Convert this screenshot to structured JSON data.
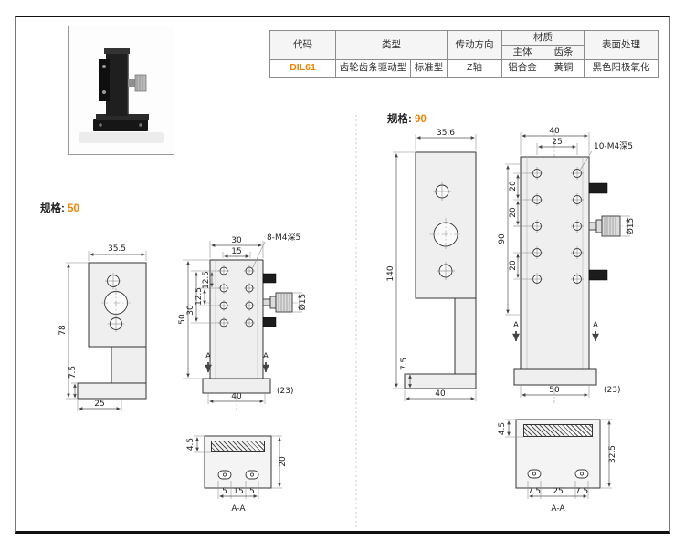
{
  "colors": {
    "accent": "#f08200"
  },
  "table": {
    "headers": {
      "code": "代码",
      "type": "类型",
      "direction": "传动方向",
      "material": "材质",
      "material_main": "主体",
      "material_rack": "齿条",
      "surface": "表面处理"
    },
    "row": {
      "code": "DIL61",
      "type_main": "齿轮齿条驱动型",
      "type_sub": "标准型",
      "direction": "Z轴",
      "material_main": "铝合金",
      "material_rack": "黄铜",
      "surface": "黑色阳极氧化"
    }
  },
  "spec50": {
    "label": "规格:",
    "value": "50",
    "side": {
      "width": "35.5",
      "height": "78",
      "foot_height": "7.5",
      "foot_depth": "25"
    },
    "front": {
      "top_width": "30",
      "top_inner": "15",
      "holes": "8-M4深5",
      "overall": "50",
      "inner": "30",
      "pitch_a": "12.5",
      "pitch_b": "12.5",
      "knob_dia": "Ø15",
      "base_width": "40",
      "base_ext": "(23)",
      "marker": "A"
    },
    "section": {
      "strip": "4.5",
      "height": "20",
      "slot_a": "5",
      "pitch": "15",
      "slot_b": "5",
      "label": "A-A"
    }
  },
  "spec90": {
    "label": "规格:",
    "value": "90",
    "side": {
      "width": "35.6",
      "height": "140",
      "foot_height": "7.5",
      "foot_depth": "40"
    },
    "front": {
      "top_width": "40",
      "top_inner": "25",
      "holes": "10-M4深5",
      "overall": "90",
      "pitch_a": "20",
      "pitch_b": "20",
      "pitch_c": "20",
      "knob_dia": "Ø15",
      "base_width": "50",
      "base_ext": "(23)",
      "marker": "A"
    },
    "section": {
      "strip": "4.5",
      "height": "32.5",
      "slot_a": "7.5",
      "pitch": "25",
      "slot_b": "7.5",
      "label": "A-A"
    }
  }
}
